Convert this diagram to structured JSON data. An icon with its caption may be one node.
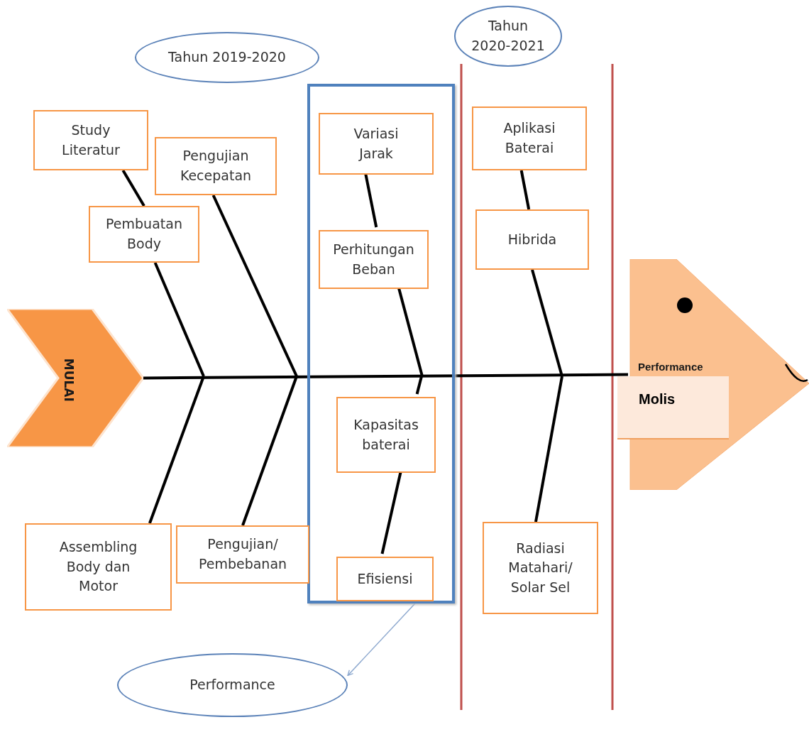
{
  "diagram": {
    "nodes": [
      {
        "text": [
          "Tahun 2019-2020"
        ]
      },
      {
        "text": [
          "Tahun 2020-2021"
        ]
      },
      {
        "text": [
          "Study Literatur"
        ]
      },
      {
        "text": [
          "Pengujian Kecepatan"
        ]
      },
      {
        "text": [],
        "shape": "box"
      },
      {
        "text": [
          "Variasi Jarak"
        ],
        "in": 4
      },
      {
        "text": [
          "Aplikasi Baterai"
        ]
      },
      {
        "text": [
          "Pembuatan Body"
        ]
      },
      {
        "text": [
          "Perhitungan Beban"
        ],
        "in": 4
      },
      {
        "text": [
          "Hibrida"
        ]
      },
      {
        "text": [
          "MULAI"
        ]
      },
      {
        "text": [
          "Performance"
        ]
      },
      {
        "text": [
          "Molis"
        ]
      },
      {
        "text": [
          "Kapasitas baterai"
        ],
        "in": 4
      },
      {
        "text": [
          "Assembling Body dan Motor"
        ]
      },
      {
        "text": [
          "Pengujian/ Pembebanan"
        ]
      },
      {
        "text": [
          "Efisiensi"
        ],
        "in": 4
      },
      {
        "text": [
          "Radiasi Matahari/ Solar Sel"
        ]
      },
      {
        "text": [
          "Performance"
        ]
      }
    ],
    "edges": [
      {
        "from": 10,
        "to": 11,
        "arrow": "none"
      },
      {
        "from": 2,
        "to": 7,
        "arrow": "none"
      },
      {
        "from": 7,
        "to": null,
        "arrow": "none"
      },
      {
        "from": 3,
        "to": null,
        "arrow": "none"
      },
      {
        "from": 5,
        "to": 8,
        "arrow": "none"
      },
      {
        "from": 8,
        "to": null,
        "arrow": "none"
      },
      {
        "from": 6,
        "to": 9,
        "arrow": "none"
      },
      {
        "from": 9,
        "to": null,
        "arrow": "none"
      },
      {
        "from": 14,
        "to": null,
        "arrow": "none"
      },
      {
        "from": 15,
        "to": null,
        "arrow": "none"
      },
      {
        "from": 13,
        "to": null,
        "arrow": "none"
      },
      {
        "from": 16,
        "to": 13,
        "arrow": "none"
      },
      {
        "from": 17,
        "to": null,
        "arrow": "none"
      },
      {
        "from": 4,
        "to": 18,
        "arrow": "to",
        "color": "#8ea9cf"
      }
    ]
  }
}
